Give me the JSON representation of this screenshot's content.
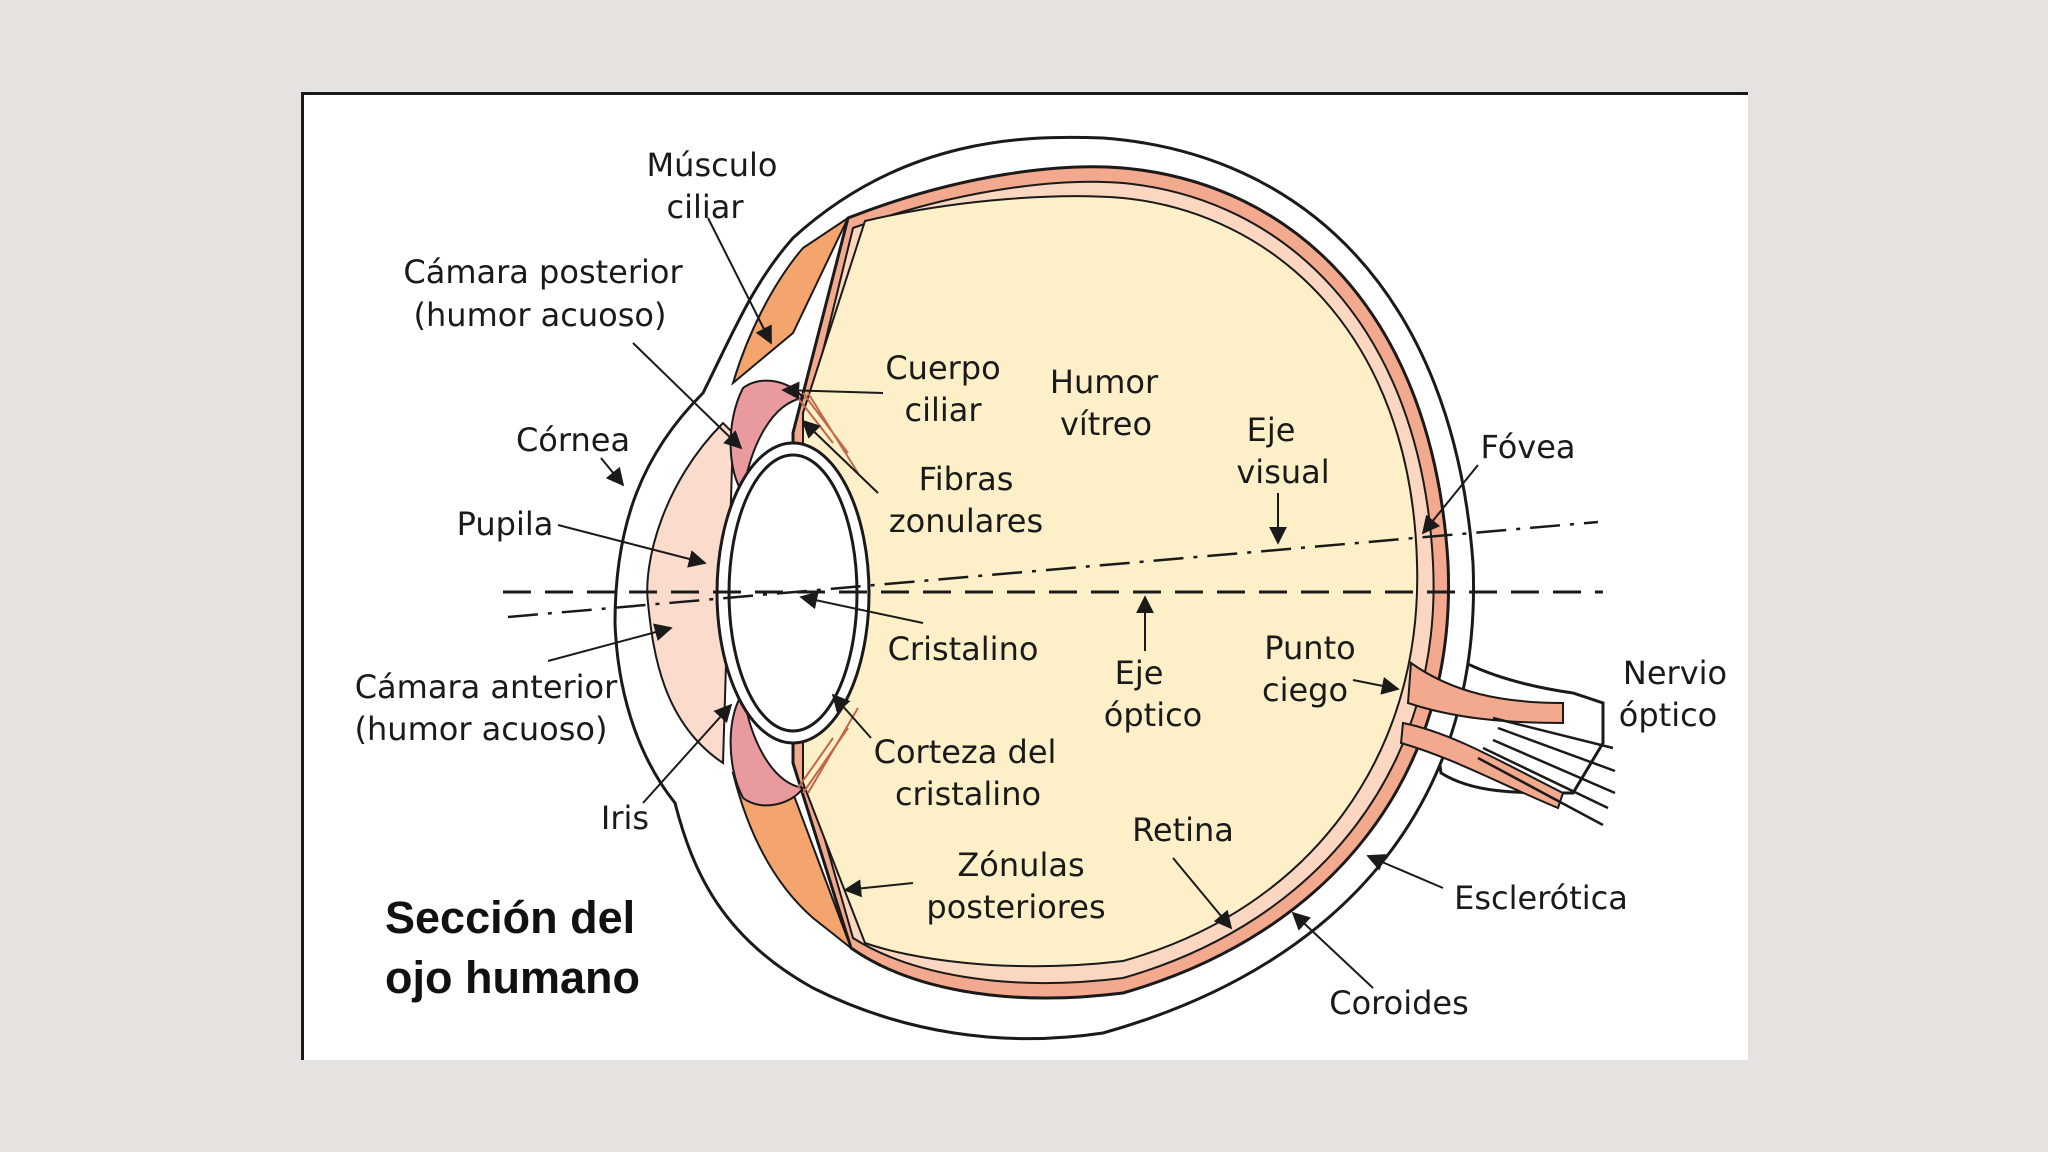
{
  "title": [
    "Sección del",
    "ojo humano"
  ],
  "labels": {
    "musculo_ciliar": [
      "Músculo",
      "ciliar"
    ],
    "camara_posterior": [
      "Cámara posterior",
      "(humor acuoso)"
    ],
    "cornea": [
      "Córnea"
    ],
    "pupila": [
      "Pupila"
    ],
    "camara_anterior": [
      "Cámara anterior",
      "(humor acuoso)"
    ],
    "iris": [
      "Iris"
    ],
    "cuerpo_ciliar": [
      "Cuerpo",
      "ciliar"
    ],
    "fibras_zonulares": [
      "Fibras",
      "zonulares"
    ],
    "cristalino": [
      "Cristalino"
    ],
    "corteza_cristalino": [
      "Corteza del",
      "cristalino"
    ],
    "zonulas_posteriores": [
      "Zónulas",
      "posteriores"
    ],
    "humor_vitreo": [
      "Humor",
      "vítreo"
    ],
    "eje_visual": [
      "Eje",
      "visual"
    ],
    "eje_optico": [
      "Eje",
      "óptico"
    ],
    "punto_ciego": [
      "Punto",
      "ciego"
    ],
    "retina": [
      "Retina"
    ],
    "fovea": [
      "Fóvea"
    ],
    "nervio_optico": [
      "Nervio",
      "óptico"
    ],
    "esclerotica": [
      "Esclerótica"
    ],
    "coroides": [
      "Coroides"
    ]
  },
  "colors": {
    "background": "#e6e2e0",
    "panel": "#ffffff",
    "vitreous": "#fdf0c8",
    "choroid": "#f2a98e",
    "retina": "#fbd6c0",
    "ciliary_muscle": "#f3a56d",
    "iris": "#e89a9e",
    "aqueous": "#fbdccc",
    "outline": "#1a1a1a"
  }
}
